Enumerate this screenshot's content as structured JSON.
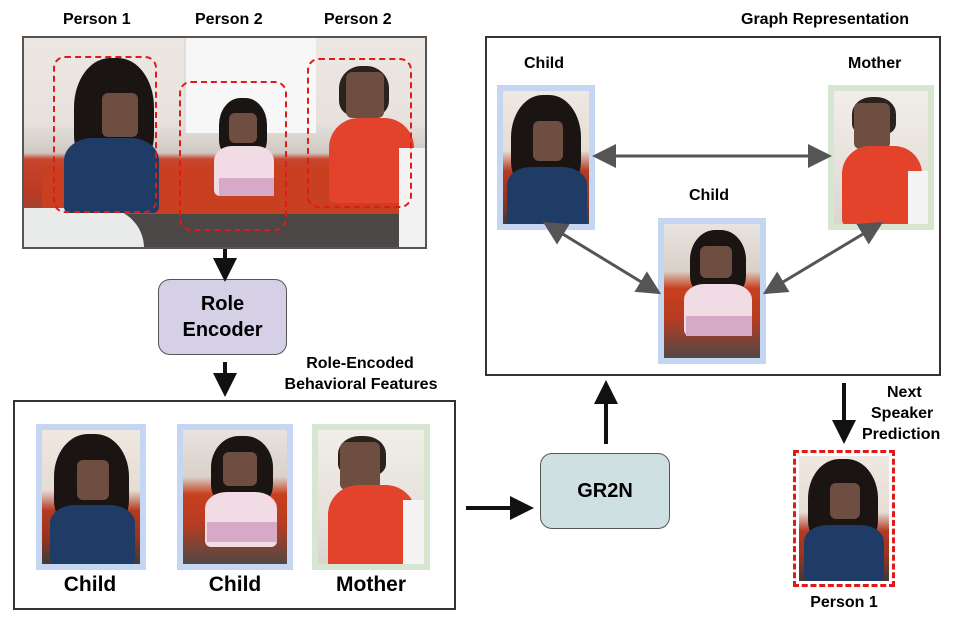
{
  "scene": {
    "labels": [
      "Person 1",
      "Person 2",
      "Person 2"
    ]
  },
  "role_encoder": {
    "line1": "Role",
    "line2": "Encoder"
  },
  "features": {
    "title_line1": "Role-Encoded",
    "title_line2": "Behavioral Features",
    "items": [
      "Child",
      "Child",
      "Mother"
    ]
  },
  "gr2n": {
    "label": "GR2N"
  },
  "graph": {
    "title": "Graph Representation",
    "nodes": [
      "Child",
      "Mother",
      "Child"
    ]
  },
  "prediction": {
    "label_line1": "Next",
    "label_line2": "Speaker",
    "label_line3": "Prediction",
    "result": "Person 1"
  },
  "colors": {
    "child_border": "#c5d6f3",
    "mother_border": "#d6e6d0",
    "dash_red": "#e01919",
    "role_encoder_fill": "#d5d0e6",
    "gr2n_fill": "#cfe0e3"
  }
}
